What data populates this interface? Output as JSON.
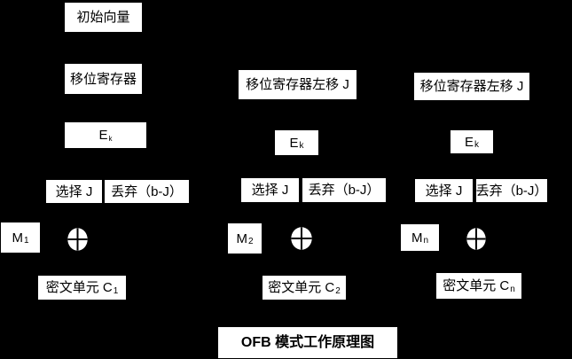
{
  "page": {
    "background_color": "#000000",
    "box_fill_color": "#ffffff",
    "text_color": "#000000"
  },
  "title": "OFB 模式工作原理图",
  "columns": [
    {
      "initial_vector": "初始向量",
      "shift_register": "移位寄存器",
      "encrypt": {
        "base": "E",
        "sub": "k"
      },
      "select": "选择 J",
      "discard": "丢弃（b-J）",
      "message": {
        "base": "M",
        "sub": "1"
      },
      "xor_symbol": "xor-plus-in-circle",
      "cipher": {
        "base": "密文单元 C",
        "sub": "1"
      }
    },
    {
      "shift_register": "移位寄存器左移 J",
      "encrypt": {
        "base": "E",
        "sub": "k"
      },
      "select": "选择 J",
      "discard": "丢弃（b-J）",
      "message": {
        "base": "M",
        "sub": "2"
      },
      "xor_symbol": "xor-plus-in-circle",
      "cipher": {
        "base": "密文单元 C",
        "sub": "2"
      }
    },
    {
      "shift_register": "移位寄存器左移 J",
      "encrypt": {
        "base": "E",
        "sub": "k"
      },
      "select": "选择 J",
      "discard": "丢弃（b-J）",
      "message": {
        "base": "M",
        "sub": "n"
      },
      "xor_symbol": "xor-plus-in-circle",
      "cipher": {
        "base": "密文单元 C",
        "sub": "n"
      }
    }
  ]
}
